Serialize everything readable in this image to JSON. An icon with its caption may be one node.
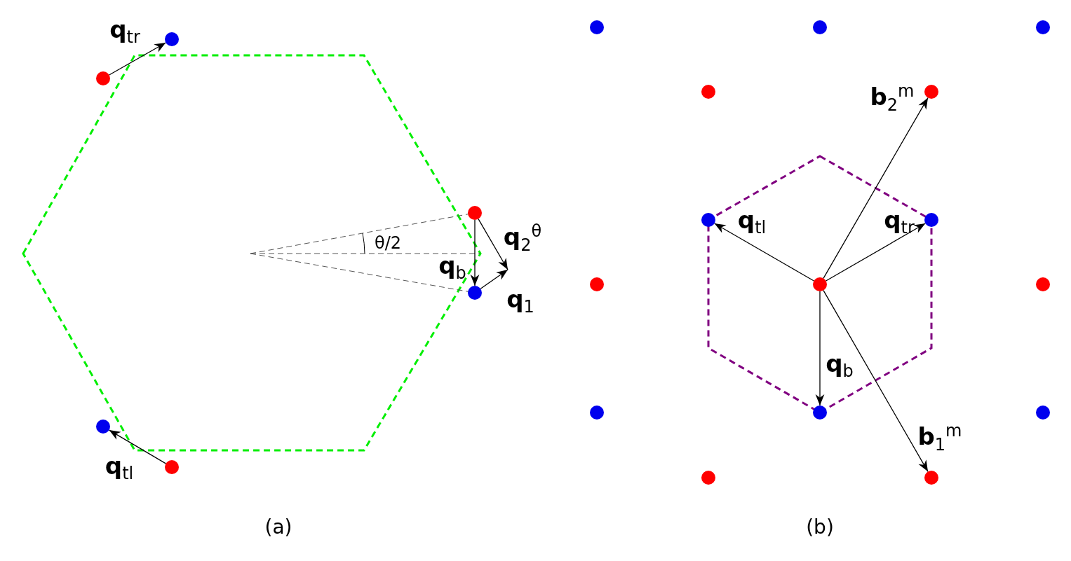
{
  "diagram": {
    "nodes": [
      {
        "text": [],
        "shape": "circle"
      },
      {
        "text": [],
        "shape": "circle"
      },
      {
        "text": [],
        "shape": "circle"
      },
      {
        "text": [],
        "shape": "circle"
      },
      {
        "text": [],
        "shape": "circle"
      },
      {
        "text": [],
        "shape": "circle"
      },
      {
        "text": [],
        "shape": "circle"
      },
      {
        "text": [],
        "shape": "circle"
      },
      {
        "text": [],
        "shape": "circle"
      },
      {
        "text": [],
        "shape": "circle"
      },
      {
        "text": [],
        "shape": "circle"
      },
      {
        "text": [],
        "shape": "circle"
      },
      {
        "text": [],
        "shape": "circle"
      },
      {
        "text": [],
        "shape": "circle"
      },
      {
        "text": [],
        "shape": "circle"
      },
      {
        "text": [],
        "shape": "circle"
      },
      {
        "text": [],
        "shape": "circle"
      },
      {
        "text": [],
        "shape": "circle"
      },
      {
        "text": [],
        "shape": "circle"
      },
      {
        "text": [],
        "shape": "circle"
      },
      {
        "text": [],
        "shape": "circle"
      }
    ],
    "edges": [
      {
        "from": 1,
        "to": 0,
        "arrow": "to",
        "label": "**q**$_{tr}$"
      },
      {
        "from": 5,
        "to": 4,
        "arrow": "to",
        "label": "**q**$_{tl}$"
      },
      {
        "from": 2,
        "to": 3,
        "arrow": "to",
        "label": "**q**$_{b}$"
      },
      {
        "from": 2,
        "to": null,
        "arrow": "to",
        "label": "**q**$_{2}$$^{θ}$"
      },
      {
        "from": 3,
        "to": null,
        "arrow": "to",
        "label": "**q**$_{1}$"
      },
      {
        "from": 14,
        "to": 11,
        "arrow": "to",
        "label": "**q**$_{tl}$"
      },
      {
        "from": 14,
        "to": 12,
        "arrow": "to",
        "label": "**q**$_{tr}$"
      },
      {
        "from": 14,
        "to": 17,
        "arrow": "to",
        "label": "**q**$_{b}$"
      },
      {
        "from": 14,
        "to": 10,
        "arrow": "to",
        "label": "**b**$_{2}$$^{m}$"
      },
      {
        "from": 14,
        "to": 20,
        "arrow": "to",
        "label": "**b**$_{1}$$^{m}$"
      }
    ],
    "labels": [
      "θ/2",
      "(a)",
      "(b)"
    ]
  }
}
